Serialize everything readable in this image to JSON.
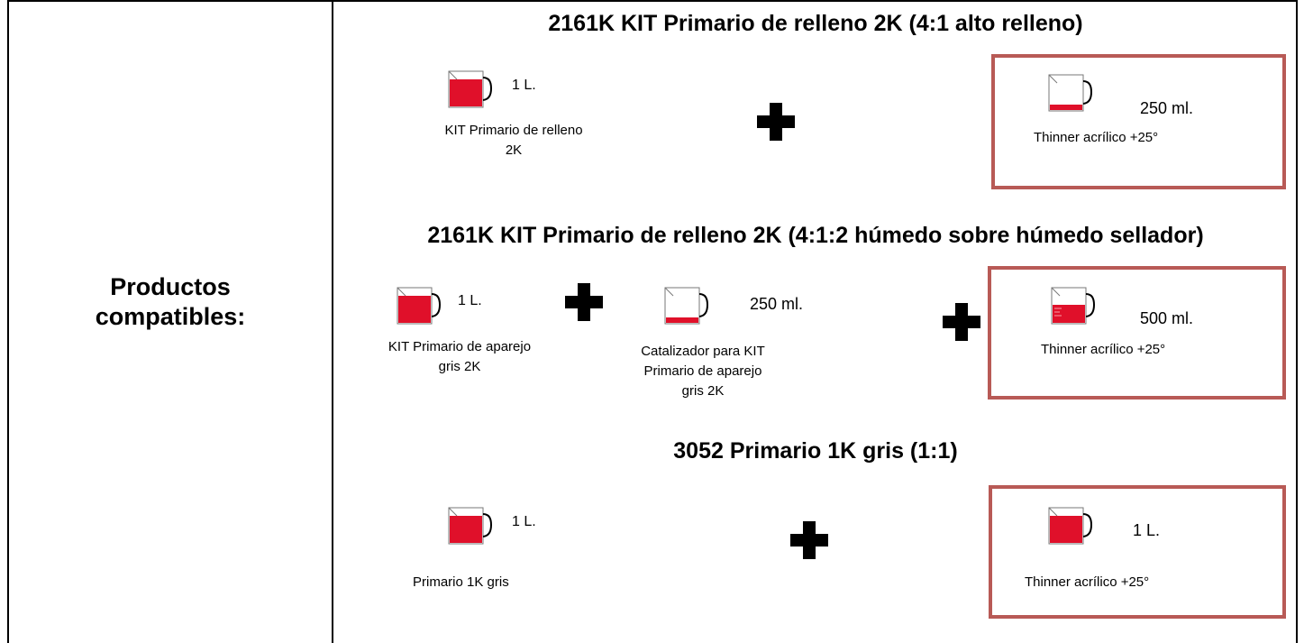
{
  "left_label": [
    "Productos",
    "compatibles:"
  ],
  "colors": {
    "box_border": "#b85a56",
    "fill_red": "#e0102a"
  },
  "sections": [
    {
      "title": "2161K KIT Primario de relleno 2K (4:1 alto relleno)",
      "items": [
        {
          "volume": "1 L.",
          "label": [
            "KIT Primario de relleno",
            "2K"
          ],
          "icon": "measuring-jug-full-icon"
        },
        {
          "volume": "250 ml.",
          "label": [
            "Thinner acrílico +25°"
          ],
          "icon": "measuring-jug-low-icon",
          "highlighted": true
        }
      ]
    },
    {
      "title": "2161K KIT Primario de relleno 2K (4:1:2 húmedo sobre húmedo sellador)",
      "items": [
        {
          "volume": "1 L.",
          "label": [
            "KIT Primario de aparejo",
            "gris 2K"
          ],
          "icon": "measuring-jug-full-icon"
        },
        {
          "volume": "250 ml.",
          "label": [
            "Catalizador para KIT",
            "Primario de aparejo",
            "gris 2K"
          ],
          "icon": "measuring-jug-low-icon"
        },
        {
          "volume": "500 ml.",
          "label": [
            "Thinner acrílico +25°"
          ],
          "icon": "measuring-jug-half-icon",
          "highlighted": true
        }
      ]
    },
    {
      "title": "3052 Primario 1K gris (1:1)",
      "items": [
        {
          "volume": "1 L.",
          "label": [
            "Primario 1K gris"
          ],
          "icon": "measuring-jug-full-icon"
        },
        {
          "volume": "1 L.",
          "label": [
            "Thinner acrílico +25°"
          ],
          "icon": "measuring-jug-full-icon",
          "highlighted": true
        }
      ]
    }
  ]
}
